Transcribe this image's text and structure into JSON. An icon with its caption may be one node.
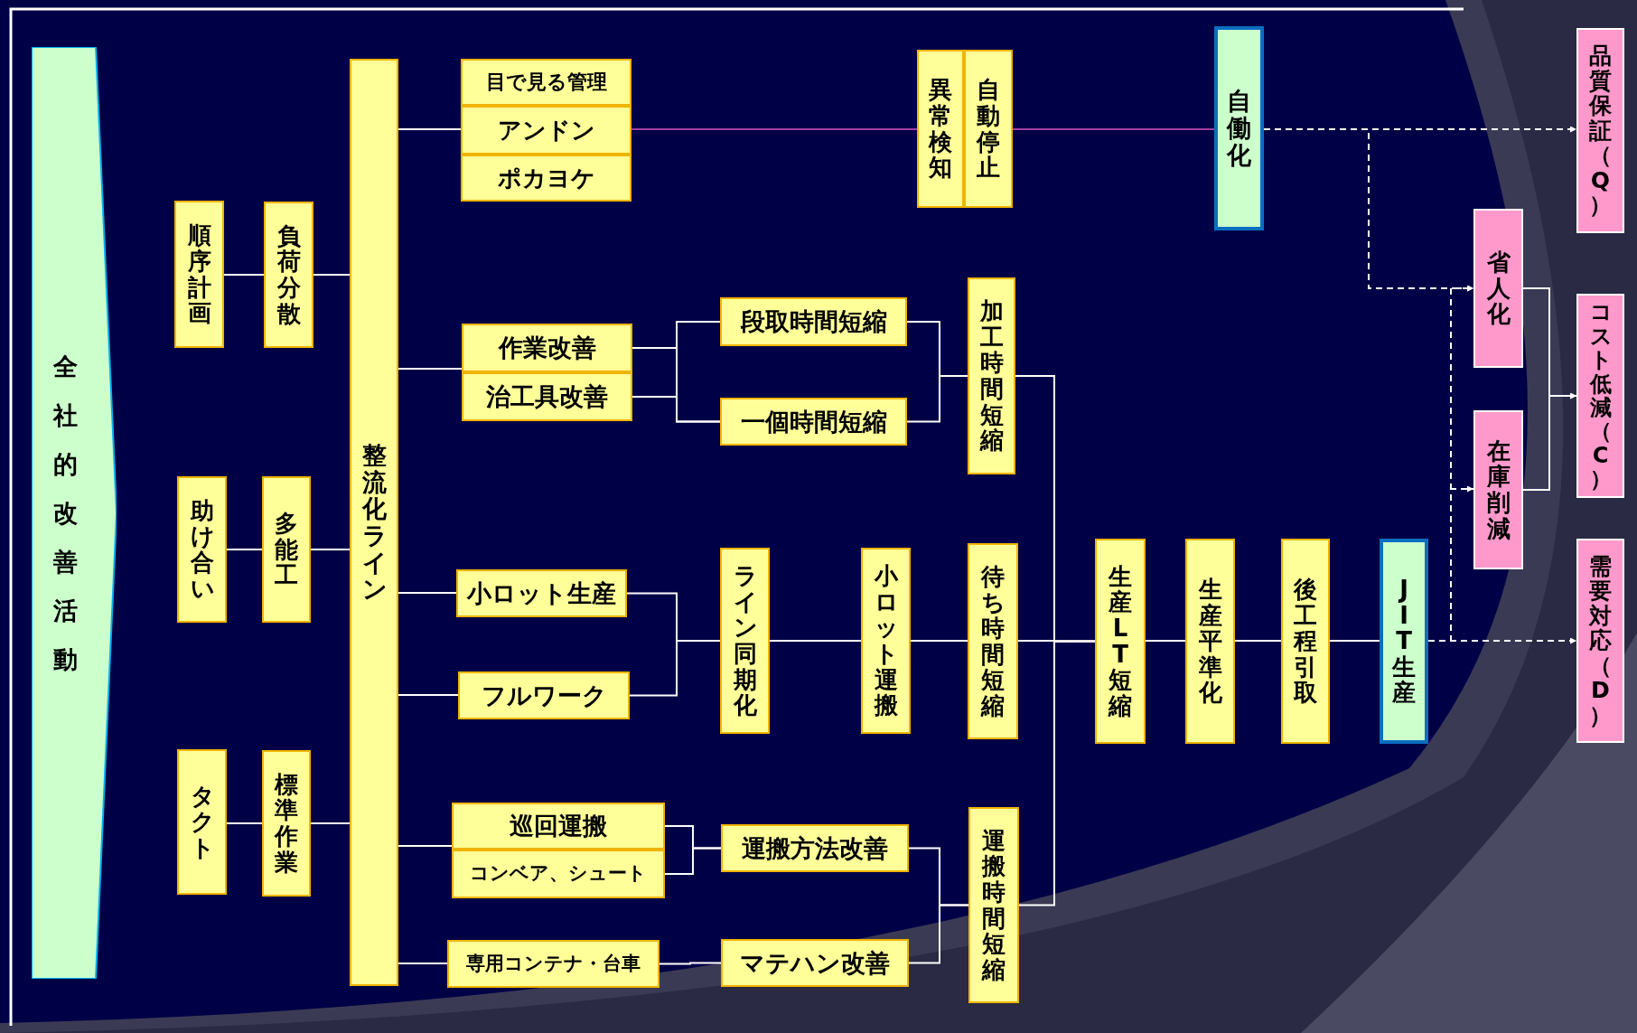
{
  "diagram": {
    "nodes": [
      {
        "text": [
          "全社的改善活動"
        ]
      },
      {
        "text": [
          "順序計画"
        ]
      },
      {
        "text": [
          "負荷分散"
        ]
      },
      {
        "text": [
          "助け合い"
        ]
      },
      {
        "text": [
          "多能工"
        ]
      },
      {
        "text": [
          "タクト"
        ]
      },
      {
        "text": [
          "標準作業"
        ]
      },
      {
        "text": [
          "整流化ライン"
        ]
      },
      {
        "text": [
          "目で見る管理"
        ]
      },
      {
        "text": [
          "アンドン"
        ]
      },
      {
        "text": [
          "ポカヨケ"
        ]
      },
      {
        "text": [
          "異常検知"
        ]
      },
      {
        "text": [
          "自動停止"
        ]
      },
      {
        "text": [
          "自働化"
        ]
      },
      {
        "text": [
          "作業改善"
        ]
      },
      {
        "text": [
          "治工具改善"
        ]
      },
      {
        "text": [
          "段取時間短縮"
        ]
      },
      {
        "text": [
          "一個時間短縮"
        ]
      },
      {
        "text": [
          "加工時間短縮"
        ]
      },
      {
        "text": [
          "小ロット生産"
        ]
      },
      {
        "text": [
          "フルワーク"
        ]
      },
      {
        "text": [
          "ライン同期化"
        ]
      },
      {
        "text": [
          "小ロット運搬"
        ]
      },
      {
        "text": [
          "待ち時間短縮"
        ]
      },
      {
        "text": [
          "巡回運搬"
        ]
      },
      {
        "text": [
          "コンベア、シュート"
        ]
      },
      {
        "text": [
          "専用コンテナ・台車"
        ]
      },
      {
        "text": [
          "運搬方法改善"
        ]
      },
      {
        "text": [
          "マテハン改善"
        ]
      },
      {
        "text": [
          "運搬時間短縮"
        ]
      },
      {
        "text": [
          "生産LT短縮"
        ]
      },
      {
        "text": [
          "生産平準化"
        ]
      },
      {
        "text": [
          "後工程引取"
        ]
      },
      {
        "text": [
          "JIT生産"
        ]
      },
      {
        "text": [
          "省人化"
        ]
      },
      {
        "text": [
          "在庫削減"
        ]
      },
      {
        "text": [
          "品質保証（Q）"
        ]
      },
      {
        "text": [
          "コスト低減（C）"
        ]
      },
      {
        "text": [
          "需要対応（D）"
        ]
      }
    ],
    "edges": [
      {
        "from": 1,
        "to": 2,
        "arrow": "none"
      },
      {
        "from": 2,
        "to": 7,
        "arrow": "none"
      },
      {
        "from": 3,
        "to": 4,
        "arrow": "none"
      },
      {
        "from": 4,
        "to": 7,
        "arrow": "none"
      },
      {
        "from": 5,
        "to": 6,
        "arrow": "none"
      },
      {
        "from": 6,
        "to": 7,
        "arrow": "none"
      },
      {
        "from": 7,
        "to": 9,
        "arrow": "none"
      },
      {
        "from": 7,
        "to": 14,
        "arrow": "none"
      },
      {
        "from": 7,
        "to": 19,
        "arrow": "none"
      },
      {
        "from": 7,
        "to": 20,
        "arrow": "none"
      },
      {
        "from": 7,
        "to": 24,
        "arrow": "none"
      },
      {
        "from": 7,
        "to": 26,
        "arrow": "none"
      },
      {
        "from": 9,
        "to": 11,
        "arrow": "none",
        "color": "#a040a0"
      },
      {
        "from": 12,
        "to": 13,
        "arrow": "none",
        "color": "#a040a0"
      },
      {
        "from": 14,
        "to": 16,
        "arrow": "none"
      },
      {
        "from": 14,
        "to": 17,
        "arrow": "none"
      },
      {
        "from": 15,
        "to": 16,
        "arrow": "none"
      },
      {
        "from": 15,
        "to": 17,
        "arrow": "none"
      },
      {
        "from": 16,
        "to": 18,
        "arrow": "none"
      },
      {
        "from": 17,
        "to": 18,
        "arrow": "none"
      },
      {
        "from": 19,
        "to": 21,
        "arrow": "none"
      },
      {
        "from": 20,
        "to": 21,
        "arrow": "none"
      },
      {
        "from": 21,
        "to": 22,
        "arrow": "none"
      },
      {
        "from": 22,
        "to": 23,
        "arrow": "none"
      },
      {
        "from": 24,
        "to": 27,
        "arrow": "none"
      },
      {
        "from": 25,
        "to": 27,
        "arrow": "none"
      },
      {
        "from": 26,
        "to": 28,
        "arrow": "none"
      },
      {
        "from": 27,
        "to": 29,
        "arrow": "none"
      },
      {
        "from": 28,
        "to": 29,
        "arrow": "none"
      },
      {
        "from": 18,
        "to": 30,
        "arrow": "none"
      },
      {
        "from": 23,
        "to": 30,
        "arrow": "none"
      },
      {
        "from": 29,
        "to": 30,
        "arrow": "none"
      },
      {
        "from": 30,
        "to": 31,
        "arrow": "none"
      },
      {
        "from": 31,
        "to": 32,
        "arrow": "none"
      },
      {
        "from": 32,
        "to": 33,
        "arrow": "none"
      },
      {
        "from": 13,
        "to": 36,
        "arrow": "to",
        "style": "dashed"
      },
      {
        "from": 13,
        "to": 34,
        "arrow": "to",
        "style": "dashed"
      },
      {
        "from": 33,
        "to": 38,
        "arrow": "to",
        "style": "dashed"
      },
      {
        "from": 33,
        "to": 34,
        "arrow": "to",
        "style": "dashed"
      },
      {
        "from": 33,
        "to": 35,
        "arrow": "to",
        "style": "dashed"
      },
      {
        "from": 34,
        "to": 37,
        "arrow": "to"
      },
      {
        "from": 35,
        "to": 37,
        "arrow": "to"
      }
    ]
  }
}
